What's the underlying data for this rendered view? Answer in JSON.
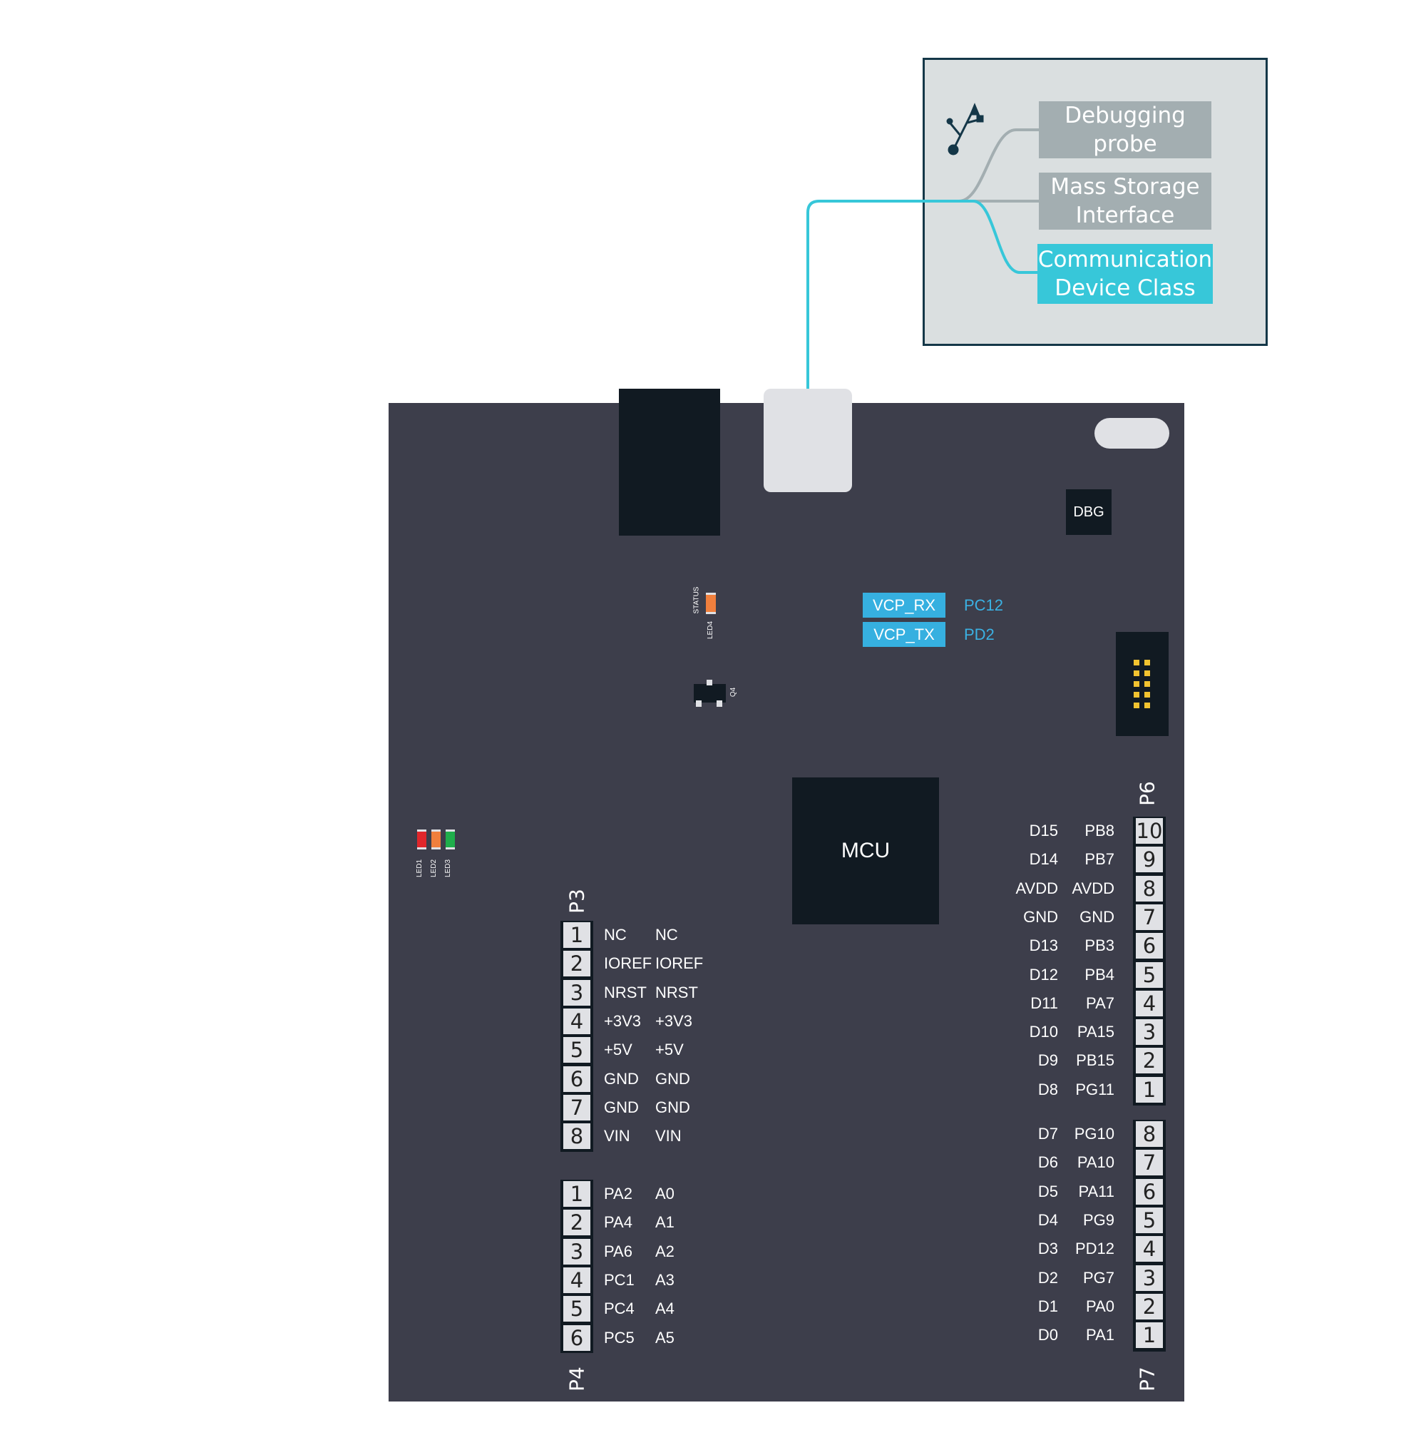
{
  "usb_panel": {
    "items": [
      {
        "label_line1": "Debugging",
        "label_line2": "probe",
        "active": false
      },
      {
        "label_line1": "Mass Storage",
        "label_line2": "Interface",
        "active": false
      },
      {
        "label_line1": "Communication",
        "label_line2": "Device Class",
        "active": true
      }
    ]
  },
  "chips": {
    "dbg": "DBG",
    "mcu": "MCU",
    "q4": "Q4"
  },
  "leds": {
    "led4": "LED4",
    "status": "STATUS",
    "led1": "LED1",
    "led2": "LED2",
    "led3": "LED3"
  },
  "vcp": [
    {
      "signal": "VCP_RX",
      "pin": "PC12"
    },
    {
      "signal": "VCP_TX",
      "pin": "PD2"
    }
  ],
  "headers": {
    "p3": {
      "name": "P3",
      "rows": [
        {
          "num": "1",
          "a": "NC",
          "b": "NC"
        },
        {
          "num": "2",
          "a": "IOREF",
          "b": "IOREF"
        },
        {
          "num": "3",
          "a": "NRST",
          "b": "NRST"
        },
        {
          "num": "4",
          "a": "+3V3",
          "b": "+3V3"
        },
        {
          "num": "5",
          "a": "+5V",
          "b": "+5V"
        },
        {
          "num": "6",
          "a": "GND",
          "b": "GND"
        },
        {
          "num": "7",
          "a": "GND",
          "b": "GND"
        },
        {
          "num": "8",
          "a": "VIN",
          "b": "VIN"
        }
      ]
    },
    "p4": {
      "name": "P4",
      "rows": [
        {
          "num": "1",
          "a": "PA2",
          "b": "A0"
        },
        {
          "num": "2",
          "a": "PA4",
          "b": "A1"
        },
        {
          "num": "3",
          "a": "PA6",
          "b": "A2"
        },
        {
          "num": "4",
          "a": "PC1",
          "b": "A3"
        },
        {
          "num": "5",
          "a": "PC4",
          "b": "A4"
        },
        {
          "num": "6",
          "a": "PC5",
          "b": "A5"
        }
      ]
    },
    "p6": {
      "name": "P6",
      "rows": [
        {
          "num": "10",
          "a": "D15",
          "b": "PB8"
        },
        {
          "num": "9",
          "a": "D14",
          "b": "PB7"
        },
        {
          "num": "8",
          "a": "AVDD",
          "b": "AVDD"
        },
        {
          "num": "7",
          "a": "GND",
          "b": "GND"
        },
        {
          "num": "6",
          "a": "D13",
          "b": "PB3"
        },
        {
          "num": "5",
          "a": "D12",
          "b": "PB4"
        },
        {
          "num": "4",
          "a": "D11",
          "b": "PA7"
        },
        {
          "num": "3",
          "a": "D10",
          "b": "PA15"
        },
        {
          "num": "2",
          "a": "D9",
          "b": "PB15"
        },
        {
          "num": "1",
          "a": "D8",
          "b": "PG11"
        }
      ]
    },
    "p7": {
      "name": "P7",
      "rows": [
        {
          "num": "8",
          "a": "D7",
          "b": "PG10"
        },
        {
          "num": "7",
          "a": "D6",
          "b": "PA10"
        },
        {
          "num": "6",
          "a": "D5",
          "b": "PA11"
        },
        {
          "num": "5",
          "a": "D4",
          "b": "PG9"
        },
        {
          "num": "4",
          "a": "D3",
          "b": "PD12"
        },
        {
          "num": "3",
          "a": "D2",
          "b": "PG7"
        },
        {
          "num": "2",
          "a": "D1",
          "b": "PA0"
        },
        {
          "num": "1",
          "a": "D0",
          "b": "PA1"
        }
      ]
    }
  },
  "colors": {
    "board": "#3d3e4b",
    "chip": "#111a22",
    "trace": "#37c7d9",
    "vcp": "#36b0e0",
    "panel_bg": "#dadfe0",
    "panel_border": "#143748"
  }
}
